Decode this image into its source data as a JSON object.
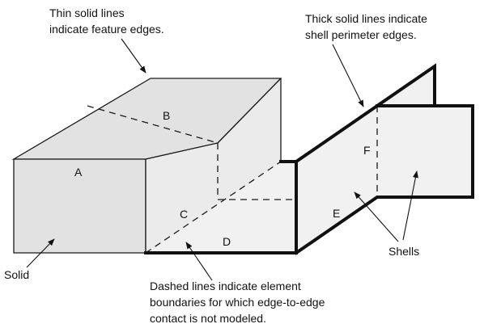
{
  "annotations": {
    "feature_edges": [
      "Thin solid lines",
      "indicate feature edges."
    ],
    "perimeter_edges": [
      "Thick solid lines indicate",
      "shell perimeter edges."
    ],
    "dashed_boundaries": [
      "Dashed lines indicate element",
      "boundaries for which edge-to-edge",
      "contact is not modeled."
    ],
    "solid": "Solid",
    "shells": "Shells"
  },
  "face_labels": {
    "a": "A",
    "b": "B",
    "c": "C",
    "d": "D",
    "e": "E",
    "f": "F"
  },
  "colors": {
    "solid_fill": "#e2e2e2",
    "shell_fill": "#f1f1f1",
    "line": "#111111"
  }
}
